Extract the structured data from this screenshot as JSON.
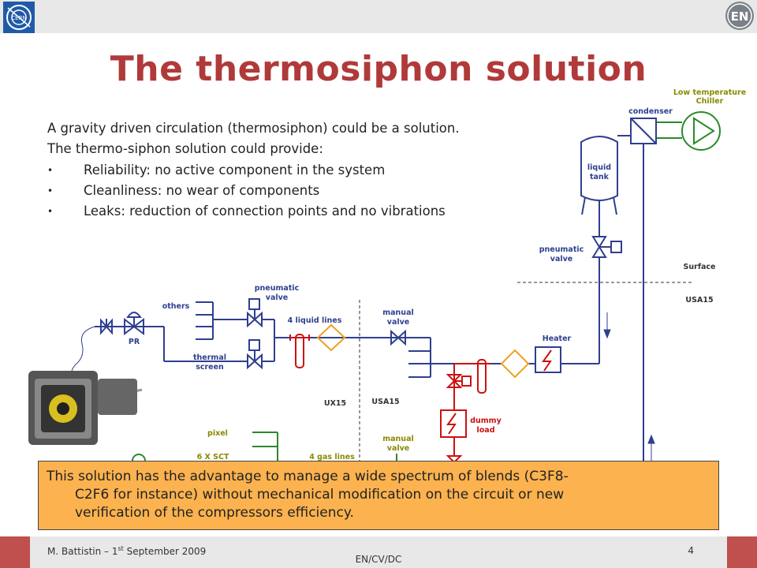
{
  "slide": {
    "title": "The thermosiphon solution",
    "intro_lines": [
      "A gravity driven circulation (thermosiphon) could be a solution.",
      "The thermo-siphon solution could provide:"
    ],
    "bullets": [
      "Reliability: no active component in the system",
      "Cleanliness: no wear of components",
      "Leaks: reduction of connection points and no vibrations"
    ],
    "callout": {
      "line1": "This solution has the advantage to manage a wide spectrum of blends (C3F8-",
      "line2": "C2F6 for instance) without mechanical modification on the circuit or new",
      "line3": "verification of the compressors efficiency."
    }
  },
  "diagram": {
    "labels": {
      "chiller": [
        "Low temperature",
        "Chiller"
      ],
      "condenser": "condenser",
      "liquid_tank": [
        "liquid",
        "tank"
      ],
      "pneumatic_valve_right": [
        "pneumatic",
        "valve"
      ],
      "surface": "Surface",
      "usa15_right": "USA15",
      "pneumatic_valve_left": [
        "pneumatic",
        "valve"
      ],
      "others": "others",
      "pr": "PR",
      "liquid_lines": "4 liquid lines",
      "manual_valve_top": [
        "manual",
        "valve"
      ],
      "heater": "Heater",
      "thermal_screen": [
        "thermal",
        "screen"
      ],
      "ux15": "UX15",
      "usa15_mid": "USA15",
      "dummy_load": [
        "dummy",
        "load"
      ],
      "pixel": "pixel",
      "sct": "6 X SCT",
      "gas_lines": "4 gas lines",
      "manual_valve_bottom": [
        "manual",
        "valve"
      ]
    },
    "colors": {
      "blue_line": "#2e3f8f",
      "red_line": "#cc1111",
      "green_line": "#2a8a2a",
      "label_blue": "#2e3f8f",
      "label_olive": "#8a8a00",
      "label_red": "#cc1111",
      "diamond": "#f0a020",
      "title": "#b03a3a",
      "callout_bg": "#fbb24f",
      "bar_red": "#c0504d"
    }
  },
  "footer": {
    "author_prefix": "M. Battistin – 1",
    "author_sup": "st",
    "author_suffix": " September 2009",
    "department": "EN/CV/DC",
    "page_number": "4"
  }
}
